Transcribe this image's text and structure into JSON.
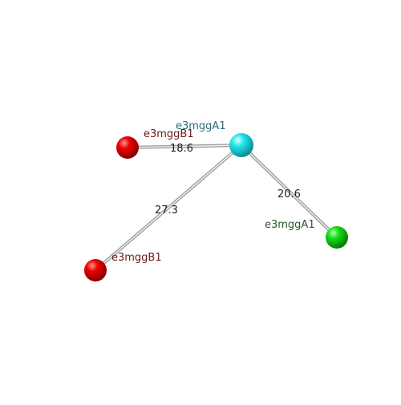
{
  "diagram": {
    "nodes": [
      {
        "id": "center",
        "label": "e3mggA1",
        "label_color": "#2d6a78",
        "color": "cyan"
      },
      {
        "id": "top_left",
        "label": "e3mggB1",
        "label_color": "#6b1a1a",
        "color": "red"
      },
      {
        "id": "bottom_left",
        "label": "e3mggB1",
        "label_color": "#6b1a1a",
        "color": "red"
      },
      {
        "id": "right",
        "label": "e3mggA1",
        "label_color": "#2a5a2a",
        "color": "green"
      }
    ],
    "edges": [
      {
        "from": "center",
        "to": "top_left",
        "label": "18.6"
      },
      {
        "from": "center",
        "to": "bottom_left",
        "label": "27.3"
      },
      {
        "from": "center",
        "to": "right",
        "label": "20.6"
      }
    ]
  }
}
